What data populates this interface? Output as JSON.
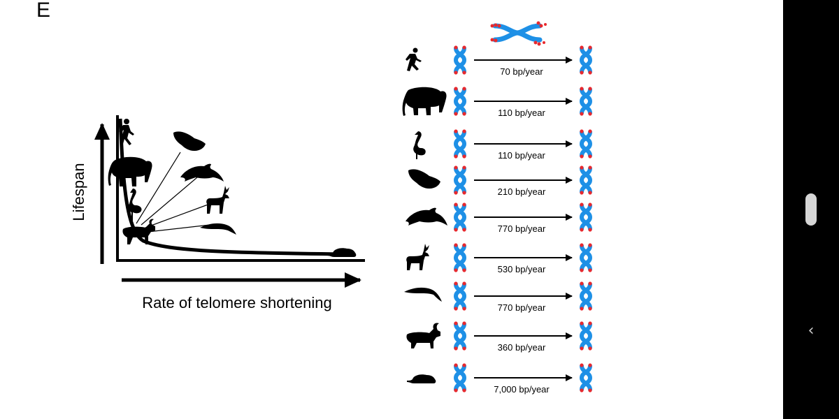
{
  "figure": {
    "panel_letter": "E",
    "y_axis_label": "Lifespan",
    "x_axis_label": "Rate of telomere shortening"
  },
  "species": [
    {
      "icon": "human-icon",
      "rate": "70 bp/year"
    },
    {
      "icon": "elephant-icon",
      "rate": "110 bp/year"
    },
    {
      "icon": "flamingo-icon",
      "rate": "110 bp/year"
    },
    {
      "icon": "vulture-icon",
      "rate": "210 bp/year"
    },
    {
      "icon": "dolphin-icon",
      "rate": "770 bp/year"
    },
    {
      "icon": "deer-icon",
      "rate": "530 bp/year"
    },
    {
      "icon": "swift-icon",
      "rate": "770 bp/year"
    },
    {
      "icon": "goat-icon",
      "rate": "360 bp/year"
    },
    {
      "icon": "mouse-icon",
      "rate": "7,000 bp/year"
    }
  ],
  "colors": {
    "chromosome": "#1e90e6",
    "telomere": "#e8292e",
    "ink": "#000000"
  },
  "system_nav": {
    "back_icon": "chevron-left-icon",
    "handle": "scroll-handle"
  }
}
